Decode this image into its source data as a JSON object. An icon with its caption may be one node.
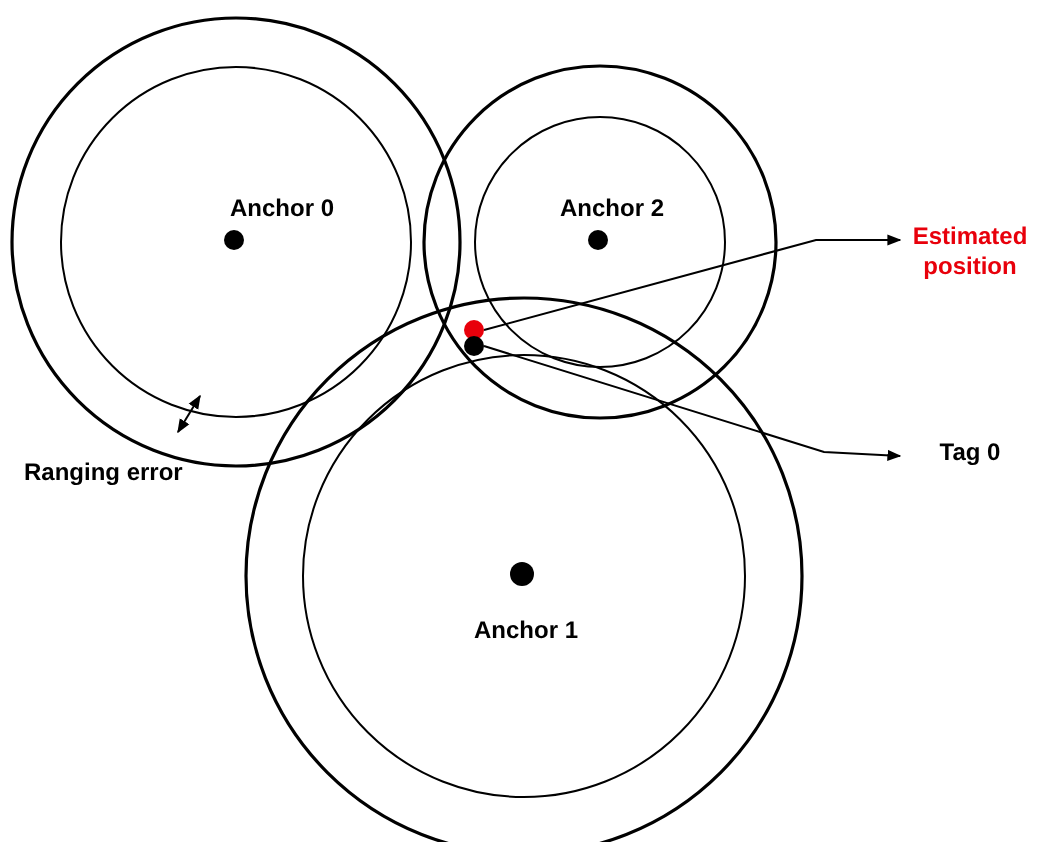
{
  "diagram": {
    "nodes": [
      {
        "text": [
          "Anchor 0"
        ]
      },
      {
        "text": [
          "Anchor 2"
        ]
      },
      {
        "text": [
          "Anchor 1"
        ]
      },
      {
        "text": [
          "Estimated position"
        ]
      },
      {
        "text": [
          "Tag 0"
        ]
      },
      {
        "text": [],
        "shape": "circle"
      },
      {
        "text": [],
        "shape": "circle"
      }
    ],
    "edges": [
      {
        "from": 5,
        "to": 3,
        "arrow": "to"
      },
      {
        "from": 6,
        "to": 4,
        "arrow": "to"
      }
    ],
    "labels": [
      "Ranging error"
    ]
  }
}
